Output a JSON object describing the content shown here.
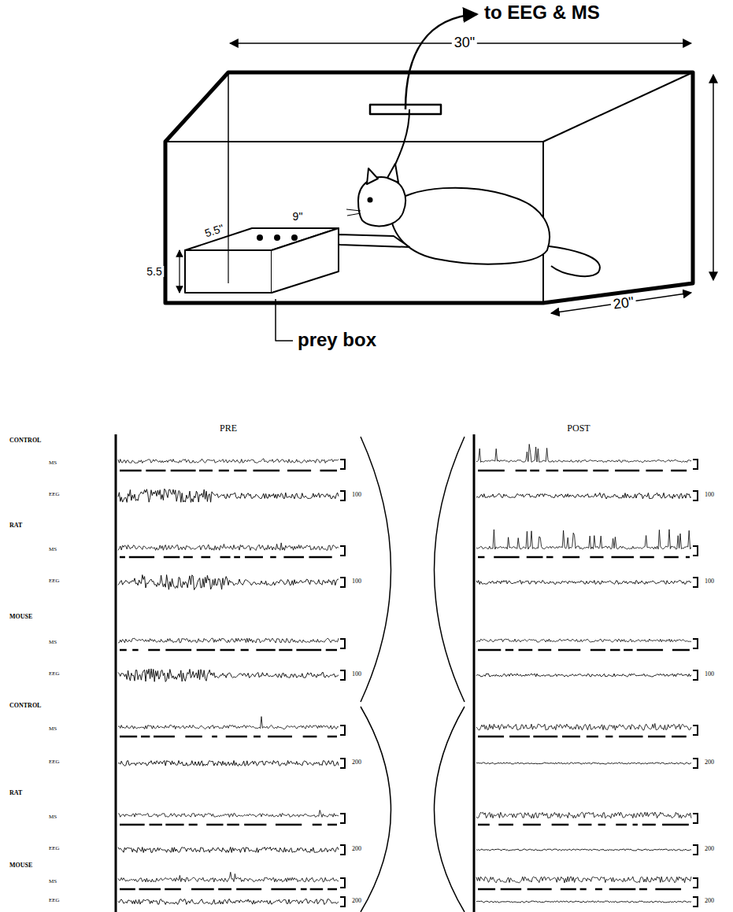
{
  "diagram": {
    "labels": [
      "to EEG & MS",
      "30\"",
      "20\"",
      "5.5\"",
      "9\"",
      "5.5",
      "prey box",
      "PRE",
      "POST",
      "CONTROL",
      "MS",
      "EEG",
      "100",
      "RAT",
      "MS",
      "EEG",
      "100",
      "MOUSE",
      "MS",
      "EEG",
      "100",
      "100",
      "100",
      "100",
      "CONTROL",
      "MS",
      "EEG",
      "200",
      "RAT",
      "MS",
      "EEG",
      "200",
      "MOUSE",
      "MS",
      "EEG",
      "200",
      "200",
      "200",
      "200"
    ]
  }
}
